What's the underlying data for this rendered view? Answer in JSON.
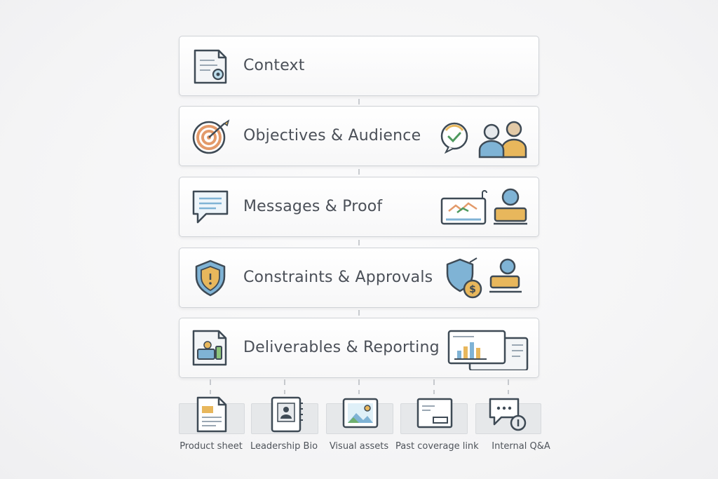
{
  "sections": [
    {
      "label": "Context",
      "icon": "document-settings-icon"
    },
    {
      "label": "Objectives & Audience",
      "icon": "target-icon",
      "side_icon": "audience-icon"
    },
    {
      "label": "Messages & Proof",
      "icon": "chat-bubble-icon",
      "side_icon": "presentation-icon"
    },
    {
      "label": "Constraints & Approvals",
      "icon": "shield-icon",
      "side_icon": "approval-icon"
    },
    {
      "label": "Deliverables & Reporting",
      "icon": "report-document-icon",
      "side_icon": "dashboard-icon"
    }
  ],
  "attachments": [
    {
      "label": "Product sheet",
      "icon": "product-sheet-icon"
    },
    {
      "label": "Leadership Bio",
      "icon": "bio-icon"
    },
    {
      "label": "Visual assets",
      "icon": "image-icon"
    },
    {
      "label": "Past coverage link",
      "icon": "coverage-link-icon"
    },
    {
      "label": "Internal Q&A",
      "icon": "qa-chat-icon"
    }
  ],
  "colors": {
    "text": "#4b5058",
    "outline": "#3e4a55",
    "blue": "#7fb3d5",
    "orange": "#e39a6a",
    "gold": "#e8b75c",
    "green": "#6fb06f"
  }
}
